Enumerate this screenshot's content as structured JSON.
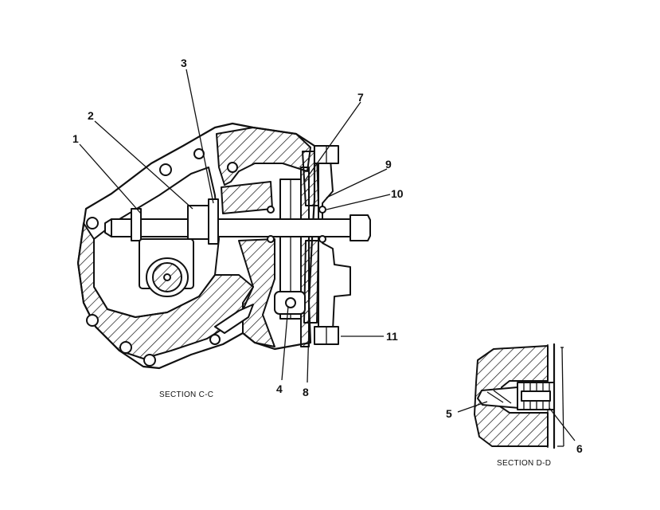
{
  "callouts": [
    "1",
    "2",
    "3",
    "4",
    "5",
    "6",
    "7",
    "8",
    "9",
    "10",
    "11"
  ],
  "captions": {
    "section_c": "SECTION C-C",
    "section_d": "SECTION D-D"
  },
  "colors": {
    "ink": "#111111",
    "background": "#ffffff"
  }
}
